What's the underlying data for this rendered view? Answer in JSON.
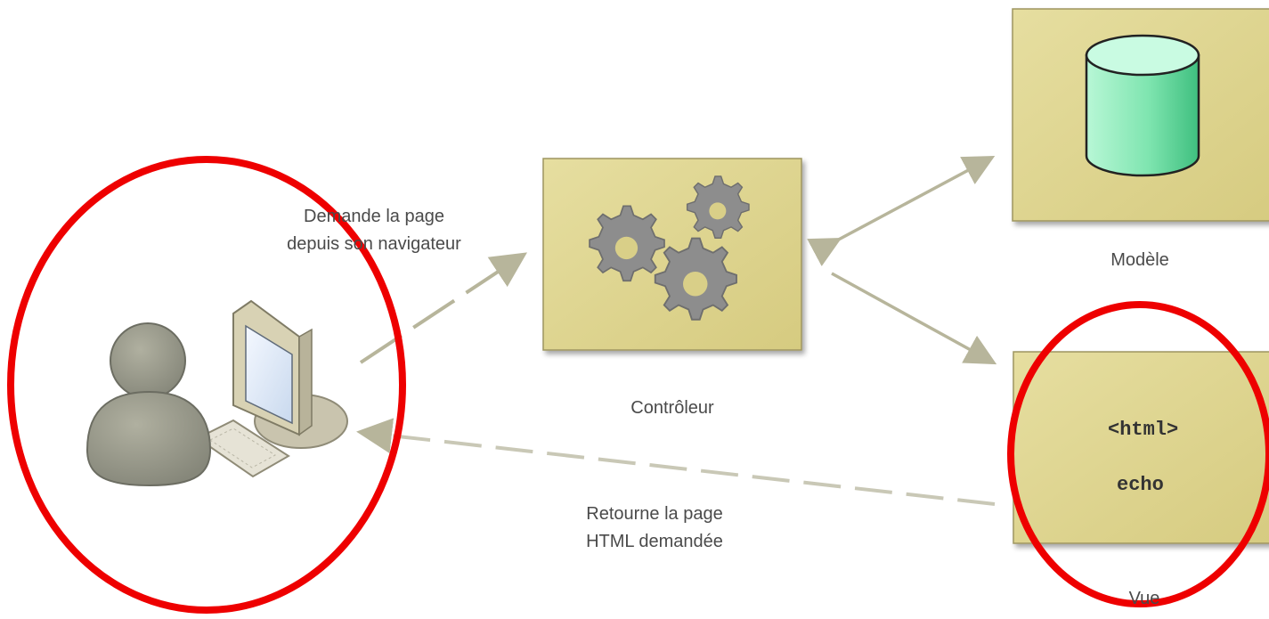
{
  "labels": {
    "request_line1": "Demande la page",
    "request_line2": "depuis son navigateur",
    "controller": "Contrôleur",
    "model": "Modèle",
    "view": "Vue",
    "return_line1": "Retourne la page",
    "return_line2": "HTML demandée"
  },
  "view_box": {
    "code_line1": "<html>",
    "code_line2": "echo"
  },
  "icons": {
    "user": "user-at-computer-icon",
    "controller": "gears-icon",
    "model": "database-cylinder-icon"
  },
  "colors": {
    "box_fill": "#ddd38f",
    "box_border": "#9e9560",
    "highlight": "#ee0000",
    "arrow": "#b7b59b",
    "db_green": "#7ee8b0"
  }
}
